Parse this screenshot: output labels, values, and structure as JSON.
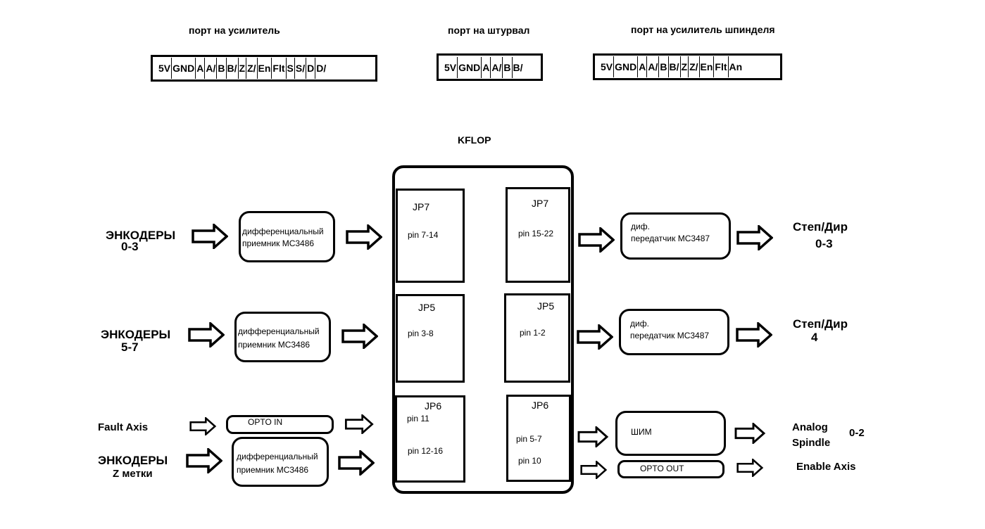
{
  "ports": {
    "amp": {
      "title": "порт на усилитель",
      "cells": [
        "5V",
        "GND",
        "A",
        "A/",
        "B",
        "B/",
        "Z",
        "Z/",
        "En",
        "Flt",
        "S",
        "S/",
        "D",
        "D/"
      ]
    },
    "wheel": {
      "title": "порт на  штурвал",
      "cells": [
        "5V",
        "GND",
        "A",
        "A/",
        "B",
        "B/"
      ]
    },
    "spindle": {
      "title": "порт на усилитель  шпинделя",
      "cells": [
        "5V",
        "GND",
        "A",
        "A/",
        "B",
        "B/",
        "Z",
        "Z/",
        "En",
        "Flt",
        "An"
      ]
    }
  },
  "kflop": {
    "title": "KFLOP",
    "jp7_left": {
      "name": "JP7",
      "pins": "pin 7-14"
    },
    "jp7_right": {
      "name": "JP7",
      "pins": "pin 15-22"
    },
    "jp5_left": {
      "name": "JP5",
      "pins": "pin 3-8"
    },
    "jp5_right": {
      "name": "JP5",
      "pins": "pin 1-2"
    },
    "jp6_left": {
      "name": "JP6",
      "pins_a": "pin 11",
      "pins_b": "pin 12-16"
    },
    "jp6_right": {
      "name": "JP6",
      "pins_a": "pin 5-7",
      "pins_b": "pin 10"
    }
  },
  "inputs": {
    "enc_03": {
      "line1": "ЭНКОДЕРЫ",
      "line2": "0-3"
    },
    "enc_57": {
      "line1": "ЭНКОДЕРЫ",
      "line2": "5-7"
    },
    "fault": "Fault Axis",
    "enc_z": {
      "line1": "ЭНКОДЕРЫ",
      "line2": "Z метки"
    }
  },
  "receivers": {
    "r1": {
      "line1": "дифференциальный",
      "line2": "приемник  MC3486"
    },
    "r2": {
      "line1": "дифференциальный",
      "line2": "приемник  MC3486"
    },
    "opto_in": "OPTO IN",
    "r3": {
      "line1": "дифференциальный",
      "line2": "приемник  MC3486"
    }
  },
  "transmitters": {
    "t1": {
      "line1": "диф.",
      "line2": "передатчик MC3487"
    },
    "t2": {
      "line1": "диф.",
      "line2": "передатчик MC3487"
    },
    "pwm": "ШИМ",
    "opto_out": "OPTO OUT"
  },
  "outputs": {
    "step_03": {
      "line1": "Степ/Дир",
      "line2": "0-3"
    },
    "step_4": {
      "line1": "Степ/Дир",
      "line2": "4"
    },
    "analog": {
      "line1": "Analog",
      "line2": "Spindle",
      "range": "0-2"
    },
    "enable": "Enable Axis"
  }
}
